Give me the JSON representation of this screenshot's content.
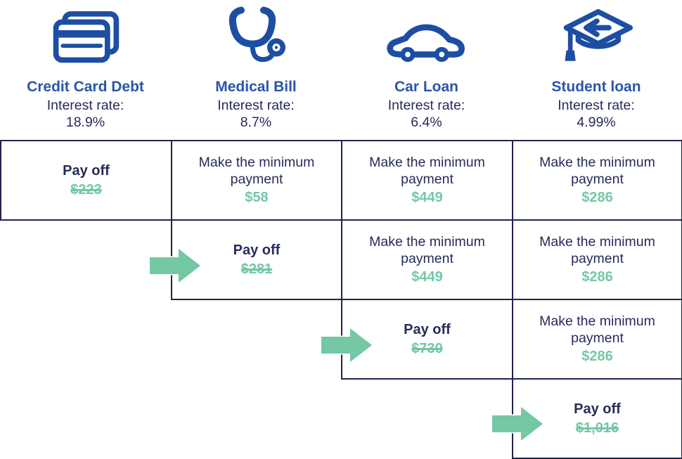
{
  "columns": [
    {
      "title": "Credit Card Debt",
      "interest_label": "Interest rate:",
      "rate": "18.9%",
      "icon": "credit-card-icon"
    },
    {
      "title": "Medical Bill",
      "interest_label": "Interest rate:",
      "rate": "8.7%",
      "icon": "stethoscope-icon"
    },
    {
      "title": "Car Loan",
      "interest_label": "Interest rate:",
      "rate": "6.4%",
      "icon": "car-icon"
    },
    {
      "title": "Student loan",
      "interest_label": "Interest rate:",
      "rate": "4.99%",
      "icon": "graduation-cap-icon"
    }
  ],
  "cells": {
    "r1c1": {
      "label": "Pay off",
      "amount": "$223",
      "paid_off": true
    },
    "r1c2": {
      "label": "Make the minimum payment",
      "amount": "$58",
      "paid_off": false
    },
    "r1c3": {
      "label": "Make the minimum payment",
      "amount": "$449",
      "paid_off": false
    },
    "r1c4": {
      "label": "Make the minimum payment",
      "amount": "$286",
      "paid_off": false
    },
    "r2c2": {
      "label": "Pay off",
      "amount": "$281",
      "paid_off": true
    },
    "r2c3": {
      "label": "Make the minimum payment",
      "amount": "$449",
      "paid_off": false
    },
    "r2c4": {
      "label": "Make the minimum payment",
      "amount": "$286",
      "paid_off": false
    },
    "r3c3": {
      "label": "Pay off",
      "amount": "$730",
      "paid_off": true
    },
    "r3c4": {
      "label": "Make the minimum payment",
      "amount": "$286",
      "paid_off": false
    },
    "r4c4": {
      "label": "Pay off",
      "amount": "$1,016",
      "paid_off": true
    }
  },
  "arrows": [
    {
      "icon": "arrow-right-icon",
      "points_to": "Pay off $281"
    },
    {
      "icon": "arrow-right-icon",
      "points_to": "Pay off $730"
    },
    {
      "icon": "arrow-right-icon",
      "points_to": "Pay off $1,016"
    }
  ],
  "colors": {
    "header_blue": "#2a55a8",
    "icon_blue": "#1d4ea2",
    "navy_text": "#262b5b",
    "grid_border": "#20244e",
    "green": "#74c8a4",
    "background": "#ffffff"
  }
}
